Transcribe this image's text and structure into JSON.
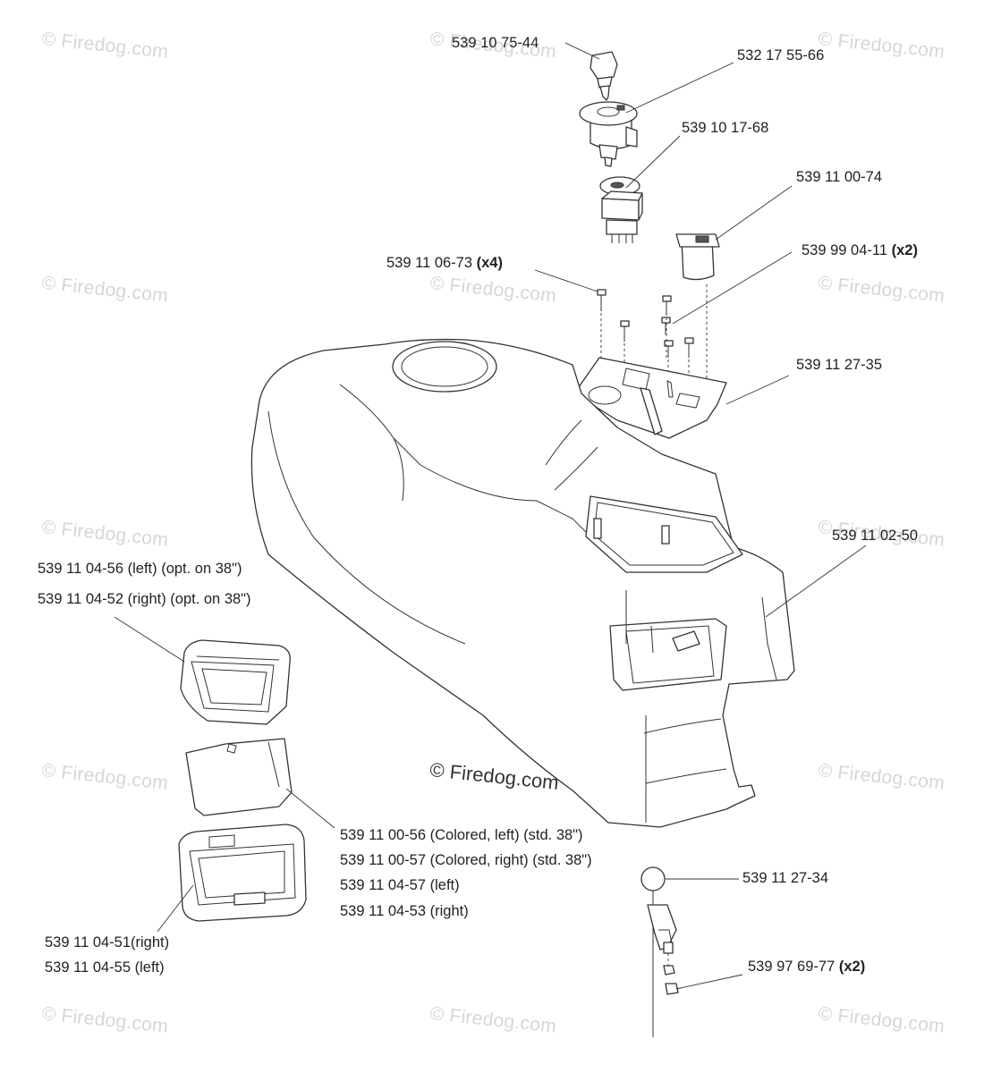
{
  "watermark": "© Firedog.com",
  "parts": {
    "key": "539 10 75-44",
    "ignition_switch": "532 17 55-66",
    "pto_switch": "539 10 17-68",
    "hour_meter": "539 11 00-74",
    "screw": "539 11 06-73",
    "screw_qty": "(x4)",
    "nut": "539 99 04-11",
    "nut_qty": "(x2)",
    "plate": "539 11 27-35",
    "hood": "539 11 02-50",
    "headlight_left": "539 11 04-56 (left) (opt. on 38\")",
    "headlight_right": "539 11 04-52 (right) (opt. on 38\")",
    "lens_colored_left": "539 11 00-56 (Colored, left) (std. 38\")",
    "lens_colored_right": "539 11 00-57 (Colored, right) (std. 38\")",
    "lens_left": "539 11 04-57 (left)",
    "lens_right": "539 11 04-53 (right)",
    "frame_right": "539 11 04-51(right)",
    "frame_left": "539 11 04-55 (left)",
    "lever": "539 11 27-34",
    "lever_nut": "539 97 69-77",
    "lever_nut_qty": "(x2)"
  }
}
